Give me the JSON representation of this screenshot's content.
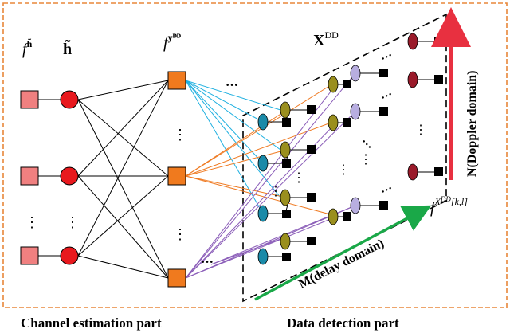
{
  "labels": {
    "f_h": "f",
    "f_h_sup": "h̃",
    "h_tilde": "h̃",
    "f_y": "f",
    "f_y_sup": "yᴰᴰ",
    "x_dd": "X",
    "x_dd_sup": "DD",
    "f_x": "f",
    "f_x_sup": "X",
    "f_x_sup2": "DD",
    "f_x_sup3": "[k,l]",
    "doppler": "N(Doppler domain)",
    "delay": "M(delay domain)",
    "ellipsis_h": "···",
    "ellipsis_v": "⋮"
  },
  "captions": {
    "channel": "Channel estimation part",
    "data": "Data detection part"
  },
  "colors": {
    "factor_red": "#f08080",
    "circle_red": "#e8191e",
    "factor_orange": "#f07a1e",
    "edge_cyan": "#20b0e0",
    "edge_orange": "#ef7a22",
    "edge_purple": "#8a5cb8",
    "var_teal": "#1a8aa8",
    "var_olive": "#9a8f1e",
    "var_lavender": "#b8aee0",
    "var_maroon": "#9a1a2a",
    "frame_orange": "#e8873a",
    "arrow_red": "#e83040",
    "arrow_green": "#1aa848"
  }
}
